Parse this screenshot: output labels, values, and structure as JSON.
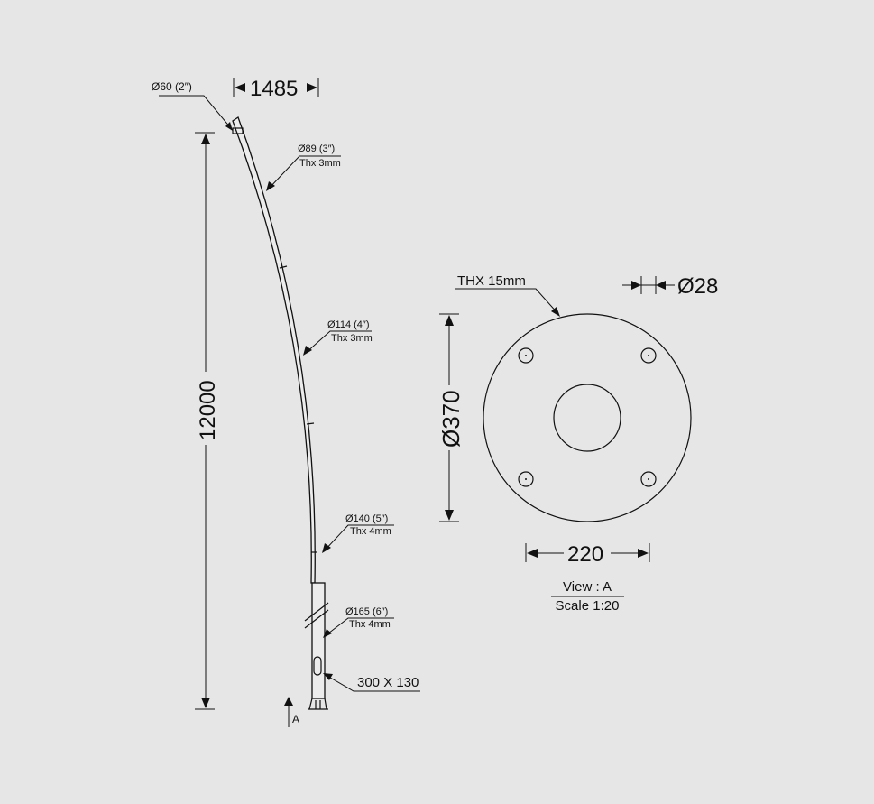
{
  "pole": {
    "top_dim": "1485",
    "height_dim": "12000",
    "labels": {
      "d60": "Ø60 (2″)",
      "d89": "Ø89 (3″)",
      "d89_thx": "Thx 3mm",
      "d114": "Ø114 (4″)",
      "d114_thx": "Thx 3mm",
      "d140": "Ø140 (5″)",
      "d140_thx": "Thx    4mm",
      "d165": "Ø165 (6″)",
      "d165_thx": "Thx    4mm",
      "door": "300 X 130",
      "view_marker": "A"
    }
  },
  "base_plate": {
    "thickness": "THX 15mm",
    "hole_dia": "Ø28",
    "outer_dia": "Ø370",
    "bolt_spacing": "220",
    "view_title": "View : A",
    "scale": "Scale 1:20"
  },
  "colors": {
    "background": "#e6e6e6",
    "line": "#111111"
  }
}
